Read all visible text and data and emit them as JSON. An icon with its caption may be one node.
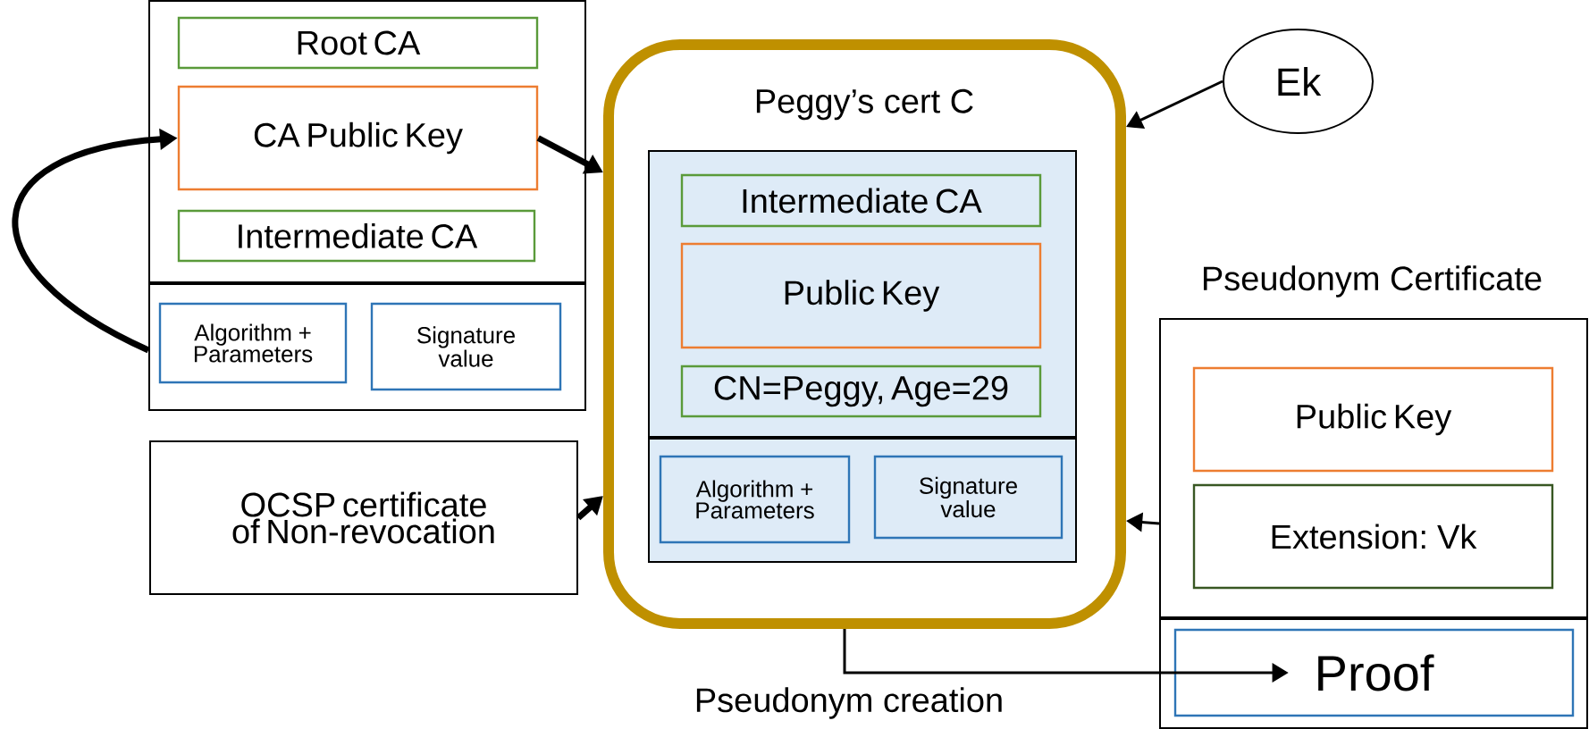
{
  "diagram": {
    "nodes": [
      {
        "text": [],
        "shape": "box"
      },
      {
        "text": [
          "Root CA"
        ],
        "in": 0
      },
      {
        "text": [
          "CA Public Key"
        ],
        "in": 0
      },
      {
        "text": [
          "Intermediate CA"
        ],
        "in": 0
      },
      {
        "text": [
          "Algorithm + Parameters"
        ],
        "in": 0
      },
      {
        "text": [
          "Signature value"
        ],
        "in": 0
      },
      {
        "text": [
          "OCSP certificate of Non-revocation"
        ]
      },
      {
        "text": [
          "Peggy’s cert C"
        ]
      },
      {
        "text": [],
        "shape": "box",
        "in": 7
      },
      {
        "text": [
          "Intermediate CA"
        ],
        "in": 8
      },
      {
        "text": [
          "Public Key"
        ],
        "in": 8
      },
      {
        "text": [
          "CN=Peggy, Age=29"
        ],
        "in": 8
      },
      {
        "text": [
          "Algorithm + Parameters"
        ],
        "in": 8
      },
      {
        "text": [
          "Signature value"
        ],
        "in": 8
      },
      {
        "text": [
          "Ek"
        ]
      },
      {
        "text": [
          "Pseudonym Certificate"
        ]
      },
      {
        "text": [
          "Public Key"
        ],
        "in": 15
      },
      {
        "text": [
          "Extension: Vk"
        ],
        "in": 15
      },
      {
        "text": [
          "Proof"
        ],
        "in": 15
      }
    ],
    "edges": [
      {
        "from": 0,
        "to": 2,
        "arrow": "to",
        "style": "thick"
      },
      {
        "from": 2,
        "to": 7,
        "arrow": "to",
        "style": "thick"
      },
      {
        "from": 6,
        "to": 7,
        "arrow": "to",
        "style": "thick"
      },
      {
        "from": 14,
        "to": 7,
        "arrow": "to"
      },
      {
        "from": 15,
        "to": 7,
        "arrow": "to"
      },
      {
        "from": 7,
        "to": 18,
        "arrow": "to",
        "label": "Pseudonym creation"
      }
    ]
  }
}
